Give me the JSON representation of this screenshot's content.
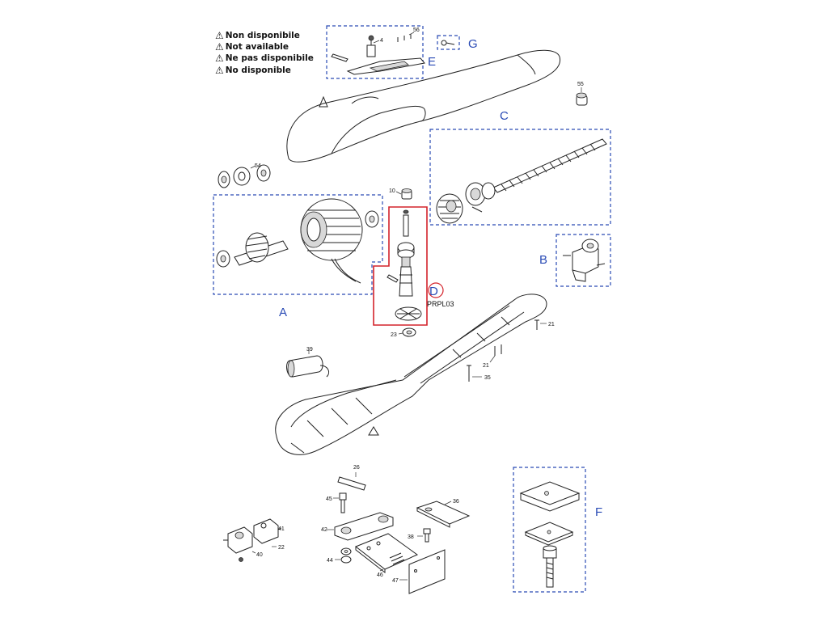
{
  "notice": {
    "lines": [
      "Non disponibile",
      "Not available",
      "Ne pas disponibile",
      "No disponible"
    ]
  },
  "groups": {
    "A": "A",
    "B": "B",
    "C": "C",
    "D": "D",
    "E": "E",
    "F": "F",
    "G": "G"
  },
  "code_d": "PRPL03",
  "parts": {
    "p4": "4",
    "p56": "56",
    "p55": "55",
    "p54": "54",
    "p10": "10",
    "p23": "23",
    "p21a": "21",
    "p21b": "21",
    "p35": "35",
    "p39": "39",
    "p26": "26",
    "p45": "45",
    "p36": "36",
    "p42": "42",
    "p38": "38",
    "p41": "41",
    "p22": "22",
    "p40": "40",
    "p44": "44",
    "p46": "46",
    "p47": "47"
  },
  "colors": {
    "group_box": "#2a4bb5",
    "highlight_box": "#d4232b",
    "group_letter": "#2a4bb5",
    "line_art": "#222222"
  }
}
